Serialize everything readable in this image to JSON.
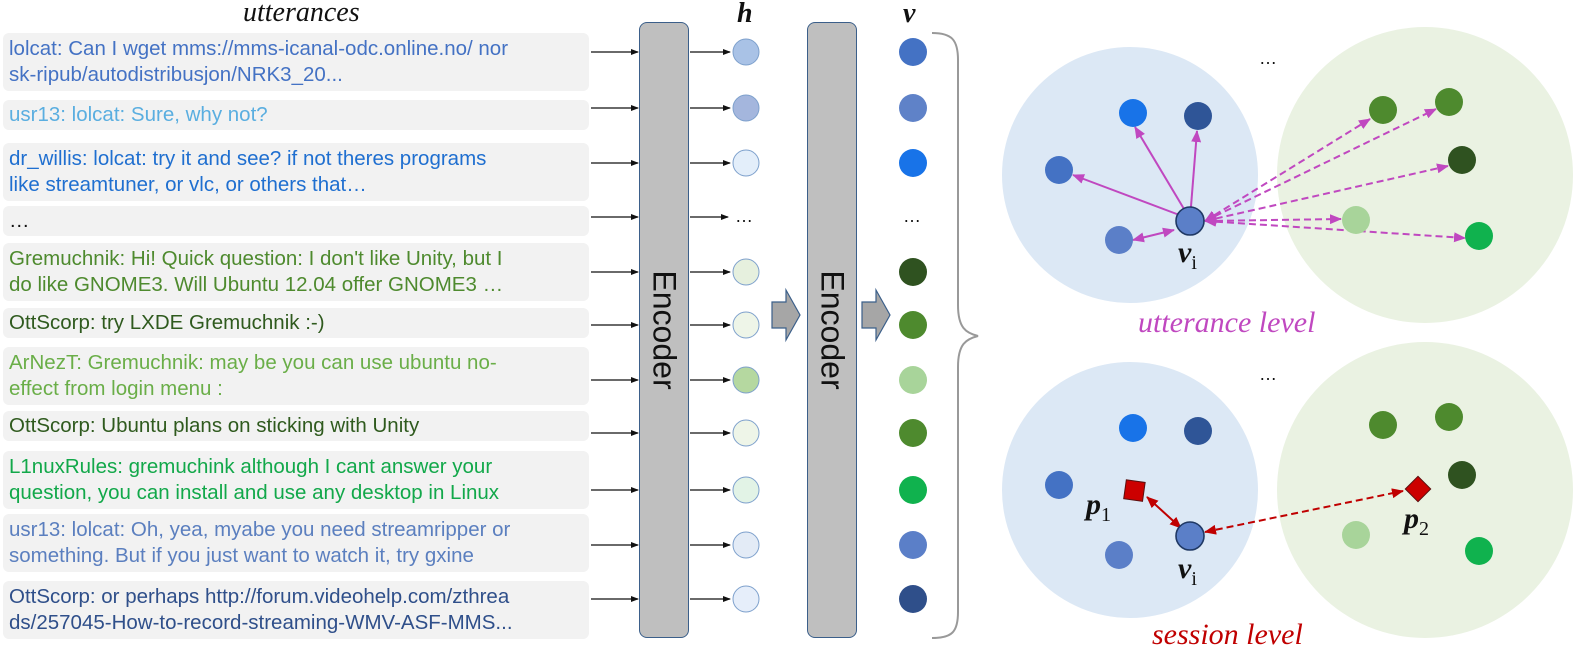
{
  "headers": {
    "utterances": "utterances",
    "h": "h",
    "v": "v"
  },
  "encoder_label": "Encoder",
  "ellipsis": "…",
  "utterances": [
    {
      "lines": [
        "lolcat: Can I wget mms://mms-icanal-odc.online.no/ nor",
        "sk-ripub/autodistribusjon/NRK3_20..."
      ],
      "color": "#4472c4",
      "h_color": "#a9c2e6",
      "v_color": "#4472c4"
    },
    {
      "lines": [
        "usr13: lolcat: Sure, why not?"
      ],
      "color": "#5aaee0",
      "h_color": "#a4b6dd",
      "v_color": "#5f82c8"
    },
    {
      "lines": [
        "dr_willis: lolcat:  try it and see? if not theres programs",
        "like streamtuner, or vlc, or others that…"
      ],
      "color": "#1f6fd0",
      "h_color": "#e3eefa",
      "v_color": "#1873e8"
    },
    {
      "lines": [
        "…"
      ],
      "color": "#111111",
      "h_color": "",
      "v_color": ""
    },
    {
      "lines": [
        "Gremuchnik: Hi!  Quick question: I don't like Unity, but I",
        "do like GNOME3.  Will Ubuntu 12.04 offer GNOME3 …"
      ],
      "color": "#4e8a2e",
      "h_color": "#e6f0de",
      "v_color": "#2f5220"
    },
    {
      "lines": [
        "OttScorp: try LXDE Gremuchnik :-)"
      ],
      "color": "#2f5a1e",
      "h_color": "#eef5e8",
      "v_color": "#4e8a2e"
    },
    {
      "lines": [
        "ArNezT: Gremuchnik: may be you can use ubuntu no-",
        "effect from login menu :"
      ],
      "color": "#6aae48",
      "h_color": "#b5d8a0",
      "v_color": "#a8d49a"
    },
    {
      "lines": [
        "OttScorp: Ubuntu plans on sticking with Unity"
      ],
      "color": "#2f5a1e",
      "h_color": "#eef5e8",
      "v_color": "#4e8a2e"
    },
    {
      "lines": [
        "L1nuxRules: gremuchink although I cant answer your",
        "question, you can install and use any desktop in Linux"
      ],
      "color": "#12a84a",
      "h_color": "#e2f3e6",
      "v_color": "#10b24e"
    },
    {
      "lines": [
        "usr13: lolcat: Oh, yea, myabe you need streamripper or",
        "something.  But if you just want to watch it, try gxine"
      ],
      "color": "#5b7fbf",
      "h_color": "#e3ebf6",
      "v_color": "#5b7fc8"
    },
    {
      "lines": [
        "OttScorp: or perhaps http://forum.videohelp.com/zthrea",
        "ds/257045-How-to-record-streaming-WMV-ASF-MMS..."
      ],
      "color": "#2f4f8a",
      "h_color": "#e6eefa",
      "v_color": "#2f4f8a"
    }
  ],
  "levels": {
    "utterance": {
      "label": "utterance level",
      "color": "#c048c0"
    },
    "session": {
      "label": "session level",
      "color": "#c00000"
    }
  },
  "symbols": {
    "v": "v",
    "vi_sub": "i",
    "p": "p",
    "p1_sub": "1",
    "p2_sub": "2"
  },
  "colors": {
    "blue_cluster": "#dce8f5",
    "green_cluster": "#eaf2e2",
    "magenta": "#c048c0",
    "dark_red": "#c00000",
    "prototype_fill": "#cc0000"
  }
}
